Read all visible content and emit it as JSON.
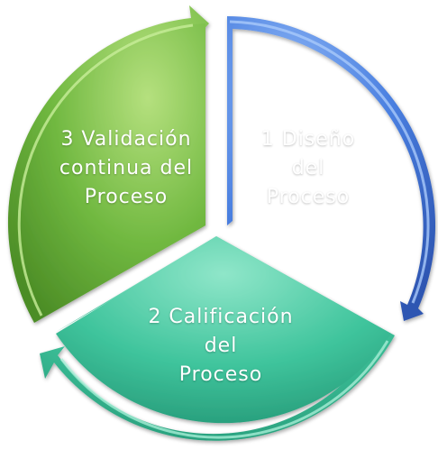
{
  "diagram": {
    "segments": [
      {
        "step": "1",
        "lines": [
          "1 Diseño",
          "del",
          "Proceso"
        ],
        "color": "#3E6FD0",
        "highlight": "#8AB4F5"
      },
      {
        "step": "2",
        "lines": [
          "2 Calificación",
          "del",
          "Proceso"
        ],
        "color": "#3CC29A",
        "highlight": "#8FE6C9"
      },
      {
        "step": "3",
        "lines": [
          "3 Validación",
          "continua del",
          "Proceso"
        ],
        "color": "#6BB33C",
        "highlight": "#B5E07E"
      }
    ]
  }
}
